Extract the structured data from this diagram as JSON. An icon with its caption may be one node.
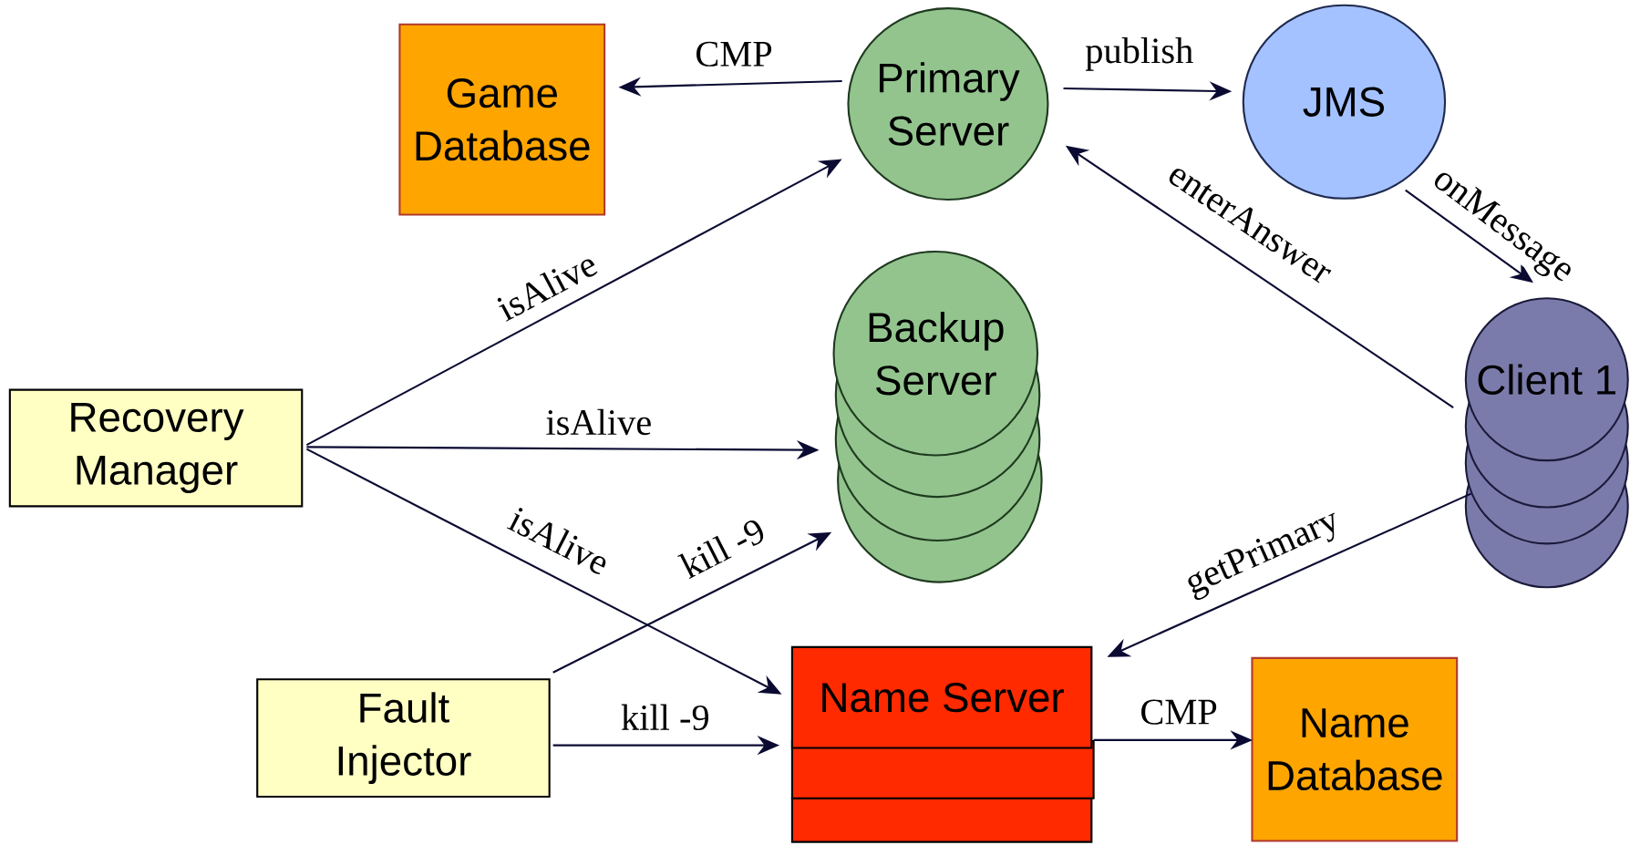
{
  "diagram": {
    "nodes": [
      {
        "text": [
          "Game Database"
        ]
      },
      {
        "text": [
          "Primary Server"
        ]
      },
      {
        "text": [
          "JMS"
        ]
      },
      {
        "text": [
          "Backup Server"
        ]
      },
      {
        "text": [
          "Client 1"
        ]
      },
      {
        "text": [
          "Recovery Manager"
        ]
      },
      {
        "text": [
          "Fault Injector"
        ]
      },
      {
        "text": [
          "Name Server"
        ]
      },
      {
        "text": [
          "Name Database"
        ]
      }
    ],
    "edges": [
      {
        "from": 1,
        "to": 0,
        "arrow": "to",
        "label": "CMP"
      },
      {
        "from": 1,
        "to": 2,
        "arrow": "to",
        "label": "publish"
      },
      {
        "from": 2,
        "to": 4,
        "arrow": "to",
        "label": "onMessage"
      },
      {
        "from": 4,
        "to": 1,
        "arrow": "to",
        "label": "enterAnswer"
      },
      {
        "from": 5,
        "to": 1,
        "arrow": "to",
        "label": "isAlive"
      },
      {
        "from": 5,
        "to": 3,
        "arrow": "to",
        "label": "isAlive"
      },
      {
        "from": 5,
        "to": 7,
        "arrow": "to",
        "label": "isAlive"
      },
      {
        "from": 6,
        "to": 3,
        "arrow": "to",
        "label": "kill -9"
      },
      {
        "from": 6,
        "to": 7,
        "arrow": "to",
        "label": "kill -9"
      },
      {
        "from": 4,
        "to": 7,
        "arrow": "to",
        "label": "getPrimary"
      },
      {
        "from": 7,
        "to": 8,
        "arrow": "to",
        "label": "CMP"
      }
    ]
  }
}
